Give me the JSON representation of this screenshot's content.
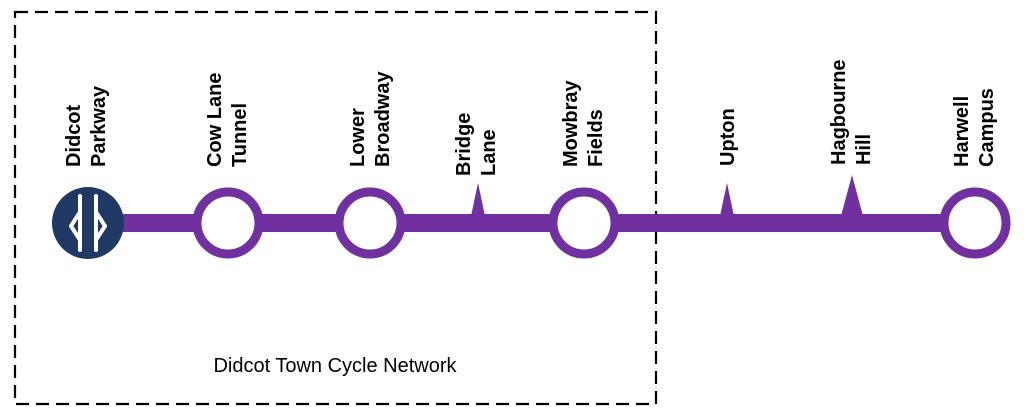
{
  "diagram": {
    "zone_label": "Didcot Town Cycle Network",
    "colors": {
      "route_line": "#7030A0",
      "station_fill": "#1F3864",
      "stop_fill": "#FFFFFF",
      "zone_border": "#000000",
      "label_text": "#000000"
    },
    "stops": [
      {
        "line1": "Didcot",
        "line2": "Parkway",
        "kind": "rail-station",
        "icon": "national-rail-icon"
      },
      {
        "line1": "Cow Lane",
        "line2": "Tunnel",
        "kind": "major-stop"
      },
      {
        "line1": "Lower",
        "line2": "Broadway",
        "kind": "major-stop"
      },
      {
        "line1": "Bridge",
        "line2": "Lane",
        "kind": "minor-stop"
      },
      {
        "line1": "Mowbray",
        "line2": "Fields",
        "kind": "major-stop"
      },
      {
        "line1": "Upton",
        "line2": "",
        "kind": "minor-stop"
      },
      {
        "line1": "Hagbourne",
        "line2": "Hill",
        "kind": "minor-stop"
      },
      {
        "line1": "Harwell",
        "line2": "Campus",
        "kind": "major-stop"
      }
    ]
  }
}
